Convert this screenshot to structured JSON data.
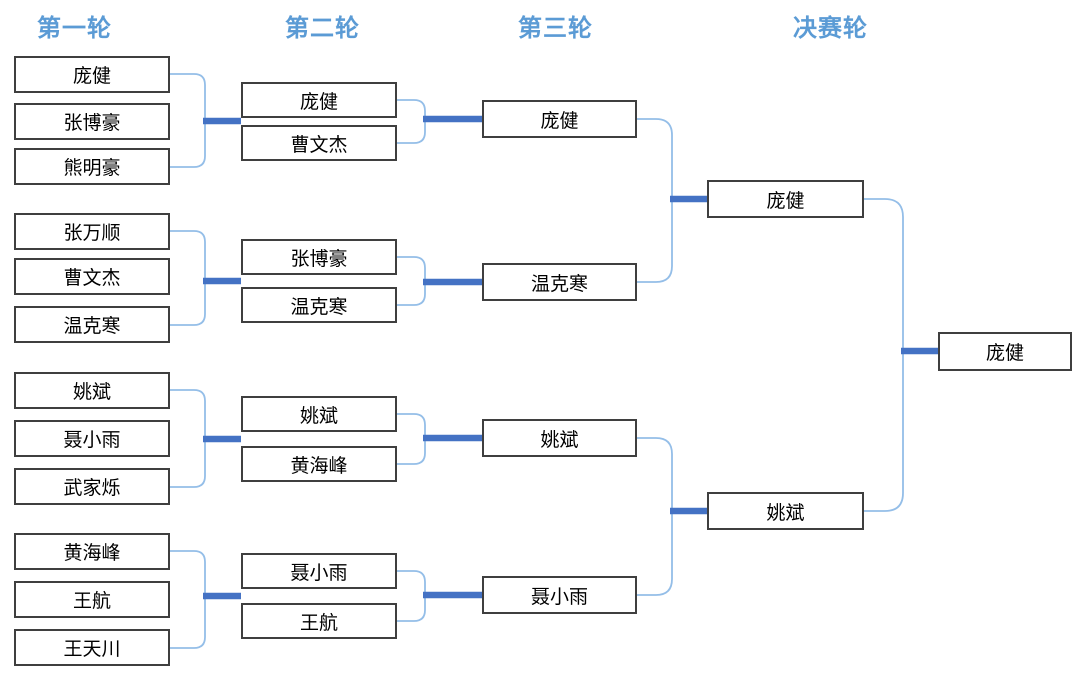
{
  "headers": [
    "第一轮",
    "第二轮",
    "第三轮",
    "决赛轮"
  ],
  "colors": {
    "header_text": "#5B9BD5",
    "connector_thick": "#4472C4",
    "connector_thin": "#94BEE8",
    "box_border": "#3F3F3F",
    "box_fill": "#FFFFFF",
    "box_text": "#000000"
  },
  "bracket": {
    "round1": [
      [
        "庞健",
        "张博豪",
        "熊明豪"
      ],
      [
        "张万顺",
        "曹文杰",
        "温克寒"
      ],
      [
        "姚斌",
        "聂小雨",
        "武家烁"
      ],
      [
        "黄海峰",
        "王航",
        "王天川"
      ]
    ],
    "round2": [
      [
        "庞健",
        "曹文杰"
      ],
      [
        "张博豪",
        "温克寒"
      ],
      [
        "姚斌",
        "黄海峰"
      ],
      [
        "聂小雨",
        "王航"
      ]
    ],
    "round3": [
      "庞健",
      "温克寒",
      "姚斌",
      "聂小雨"
    ],
    "semifinals": [
      "庞健",
      "姚斌"
    ],
    "champion": "庞健"
  }
}
